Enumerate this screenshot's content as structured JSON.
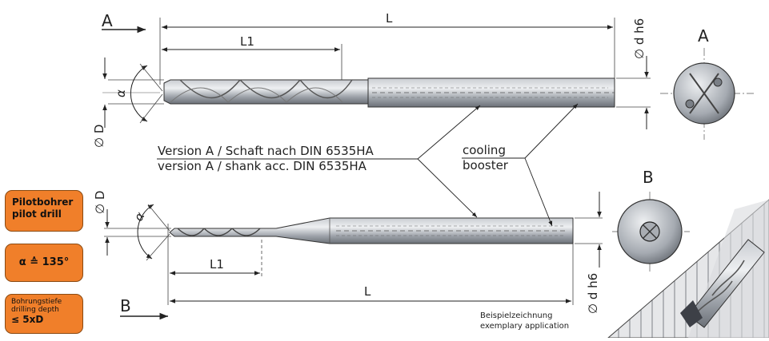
{
  "view_a": {
    "letter": "A",
    "dim_L": "L",
    "dim_L1": "L1",
    "dim_alpha": "α",
    "dim_D": "∅ D",
    "dim_d": "∅ d h6"
  },
  "view_b": {
    "letter": "B",
    "dim_L": "L",
    "dim_L1": "L1",
    "dim_alpha": "α",
    "dim_D": "∅ D",
    "dim_d": "∅ d h6"
  },
  "callouts": {
    "version_de": "Version A / Schaft nach DIN 6535HA",
    "version_en": "version A / shank acc. DIN 6535HA",
    "cooling_1": "cooling",
    "cooling_2": "booster"
  },
  "section_labels": {
    "a": "A",
    "b": "B"
  },
  "example_note": {
    "line1": "Beispielzeichnung",
    "line2": "exemplary application"
  },
  "badges": {
    "pilot": {
      "line1": "Pilotbohrer",
      "line2": "pilot drill"
    },
    "angle": "α ≙ 135°",
    "depth": {
      "line1": "Bohrungstiefe",
      "line2": "drilling depth",
      "line3": "≤  5xD"
    }
  },
  "colors": {
    "badge": "#f07f2a",
    "steel": "#8e939a",
    "line": "#222222"
  }
}
